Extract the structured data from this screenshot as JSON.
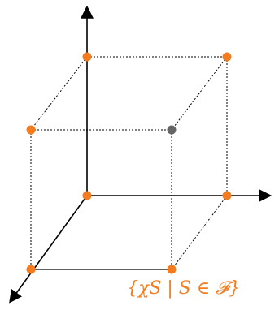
{
  "diagram": {
    "label": "{χS | S ∈ 𝓕}",
    "colors": {
      "highlight": "#f47c20",
      "hidden_vertex": "#666666",
      "axis": "#000000",
      "edge": "#000000"
    },
    "vertices": [
      {
        "name": "vertex-origin",
        "role": "highlight"
      },
      {
        "name": "vertex-x",
        "role": "highlight"
      },
      {
        "name": "vertex-y",
        "role": "highlight"
      },
      {
        "name": "vertex-z",
        "role": "highlight"
      },
      {
        "name": "vertex-xy",
        "role": "highlight"
      },
      {
        "name": "vertex-xz",
        "role": "highlight"
      },
      {
        "name": "vertex-yz",
        "role": "highlight"
      },
      {
        "name": "vertex-xyz",
        "role": "hidden_vertex"
      }
    ]
  }
}
